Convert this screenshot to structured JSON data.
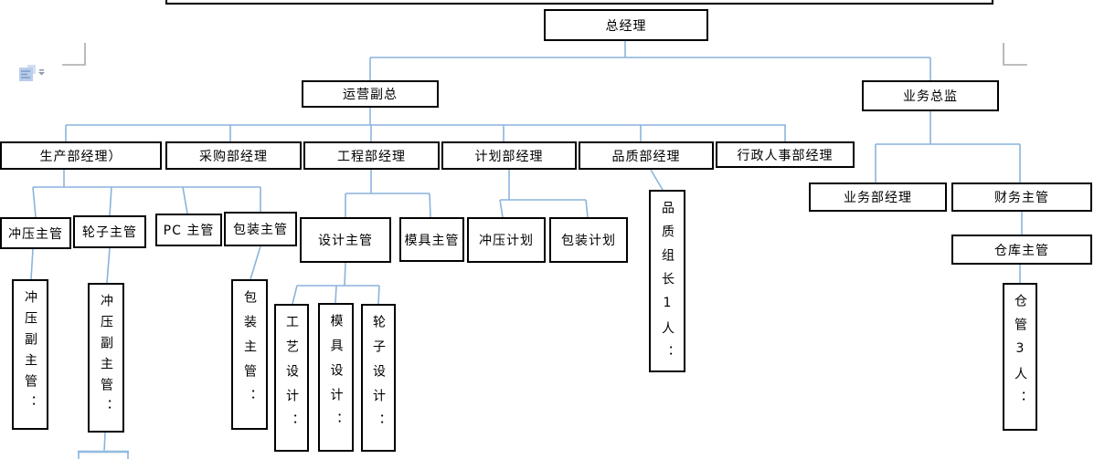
{
  "org": {
    "nodes": {
      "general_manager": {
        "label": "总经理"
      },
      "operations_vp": {
        "label": "运营副总"
      },
      "business_director": {
        "label": "业务总监"
      },
      "production_manager": {
        "label": "生产部经理）"
      },
      "purchasing_manager": {
        "label": "采购部经理"
      },
      "engineering_manager": {
        "label": "工程部经理"
      },
      "planning_manager": {
        "label": "计划部经理"
      },
      "quality_manager": {
        "label": "品质部经理"
      },
      "admin_hr_manager": {
        "label": "行政人事部经理"
      },
      "stamping_supervisor": {
        "label": "冲压主管"
      },
      "wheel_supervisor": {
        "label": "轮子主管"
      },
      "pc_supervisor": {
        "label": "PC 主管"
      },
      "packing_supervisor": {
        "label": "包装主管"
      },
      "design_supervisor": {
        "label": "设计主管"
      },
      "mold_supervisor": {
        "label": "模具主管"
      },
      "stamping_plan": {
        "label": "冲压计划"
      },
      "packing_plan": {
        "label": "包装计划"
      },
      "quality_leader": {
        "label": "品质组长1人："
      },
      "business_dept_manager": {
        "label": "业务部经理"
      },
      "finance_supervisor": {
        "label": "财务主管"
      },
      "warehouse_supervisor": {
        "label": "仓库主管"
      },
      "stamping_deputy_1": {
        "label": "冲压副主管："
      },
      "stamping_deputy_2": {
        "label": "冲压副主管："
      },
      "packing_supervisor_v": {
        "label": "包装主管："
      },
      "process_design": {
        "label": "工艺设计："
      },
      "mold_design": {
        "label": "模具设计："
      },
      "wheel_design": {
        "label": "轮子设计："
      },
      "warehouse_keepers": {
        "label": "仓管3人："
      }
    },
    "colors": {
      "connector": "#8ab4dc",
      "connector_light": "#b7d3ea",
      "box_border": "#000000",
      "crop_mark": "#a9a9a9",
      "paste_icon_fill": "#b9cee9",
      "paste_icon_lines": "#7b9cc8",
      "dropdown_arrow": "#8f9aa6"
    },
    "icons": {
      "paste_options": "paste-options-icon"
    }
  }
}
